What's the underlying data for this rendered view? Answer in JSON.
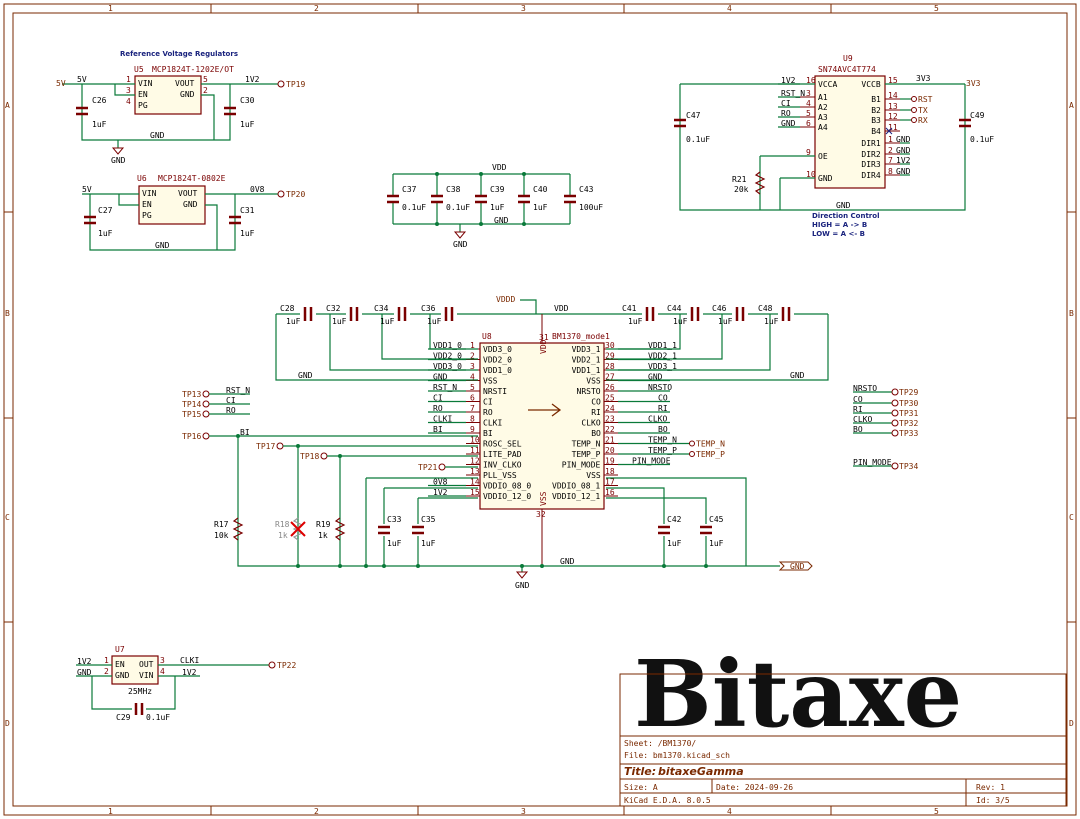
{
  "frame": {
    "cols": [
      "1",
      "2",
      "3",
      "4",
      "5"
    ],
    "rows": [
      "A",
      "B",
      "C",
      "D"
    ]
  },
  "regulators": {
    "header": "Reference Voltage Regulators",
    "u5": {
      "ref": "U5",
      "part": "MCP1824T-1202E/OT",
      "in": "5V",
      "out": "1V2",
      "tp": "TP19",
      "in_port": "5V"
    },
    "u6": {
      "ref": "U6",
      "part": "MCP1824T-0802E",
      "in": "5V",
      "out": "0V8",
      "tp": "TP20"
    },
    "pins": {
      "vin": "VIN",
      "en": "EN",
      "pg": "PG",
      "vout": "VOUT",
      "gnd": "GND",
      "p1": "1",
      "p2": "2",
      "p3": "3",
      "p4": "4",
      "p5": "5"
    },
    "caps": {
      "c26": "C26",
      "c30": "C30",
      "c27": "C27",
      "c31": "C31",
      "val": "1uF"
    },
    "gnd": "GND"
  },
  "decoupling": {
    "net": "VDD",
    "caps": [
      {
        "ref": "C37",
        "val": "0.1uF"
      },
      {
        "ref": "C38",
        "val": "0.1uF"
      },
      {
        "ref": "C39",
        "val": "1uF"
      },
      {
        "ref": "C40",
        "val": "1uF"
      },
      {
        "ref": "C43",
        "val": "100uF"
      }
    ],
    "gnd": "GND"
  },
  "u9": {
    "ref": "U9",
    "part": "SN74AVC4T774",
    "left_pins": [
      {
        "num": "16",
        "name": "VCCA",
        "net": "1V2"
      },
      {
        "num": "3",
        "name": "A1",
        "net": "RST_N"
      },
      {
        "num": "4",
        "name": "A2",
        "net": "CI"
      },
      {
        "num": "5",
        "name": "A3",
        "net": "RO"
      },
      {
        "num": "6",
        "name": "A4",
        "net": "GND"
      },
      {
        "num": "9",
        "name": "OE",
        "net": ""
      },
      {
        "num": "10",
        "name": "GND",
        "net": ""
      }
    ],
    "right_pins": [
      {
        "num": "15",
        "name": "VCCB",
        "net": "3V3"
      },
      {
        "num": "14",
        "name": "B1",
        "net": "RST"
      },
      {
        "num": "13",
        "name": "B2",
        "net": "TX"
      },
      {
        "num": "12",
        "name": "B3",
        "net": "RX"
      },
      {
        "num": "11",
        "name": "B4",
        "net": ""
      },
      {
        "num": "1",
        "name": "DIR1",
        "net": "GND"
      },
      {
        "num": "2",
        "name": "DIR2",
        "net": "GND"
      },
      {
        "num": "7",
        "name": "DIR3",
        "net": "1V2"
      },
      {
        "num": "8",
        "name": "DIR4",
        "net": "GND"
      }
    ],
    "c47": {
      "ref": "C47",
      "val": "0.1uF"
    },
    "c49": {
      "ref": "C49",
      "val": "0.1uF"
    },
    "r21": {
      "ref": "R21",
      "val": "20k"
    },
    "port_3v3": "3V3",
    "gnd": "GND",
    "note1": "Direction Control",
    "note2": "HIGH = A -> B",
    "note3": "LOW = A <- B"
  },
  "u8": {
    "ref": "U8",
    "part": "BM1370_mode1",
    "vddd": "VDDD",
    "vdd": "VDD",
    "top_caps": [
      {
        "ref": "C28",
        "val": "1uF"
      },
      {
        "ref": "C32",
        "val": "1uF"
      },
      {
        "ref": "C34",
        "val": "1uF"
      },
      {
        "ref": "C36",
        "val": "1uF"
      },
      {
        "ref": "C41",
        "val": "1uF"
      },
      {
        "ref": "C44",
        "val": "1uF"
      },
      {
        "ref": "C46",
        "val": "1uF"
      },
      {
        "ref": "C48",
        "val": "1uF"
      }
    ],
    "left_pins": [
      {
        "num": "1",
        "name": "VDD3_0",
        "net": "VDD1_0"
      },
      {
        "num": "2",
        "name": "VDD2_0",
        "net": "VDD2_0"
      },
      {
        "num": "3",
        "name": "VDD1_0",
        "net": "VDD3_0"
      },
      {
        "num": "4",
        "name": "VSS",
        "net": "GND"
      },
      {
        "num": "5",
        "name": "NRSTI",
        "net": "RST_N"
      },
      {
        "num": "6",
        "name": "CI",
        "net": "CI"
      },
      {
        "num": "7",
        "name": "RO",
        "net": "RO"
      },
      {
        "num": "8",
        "name": "CLKI",
        "net": "CLKI"
      },
      {
        "num": "9",
        "name": "BI",
        "net": "BI"
      },
      {
        "num": "10",
        "name": "ROSC_SEL",
        "net": ""
      },
      {
        "num": "11",
        "name": "LITE_PAD",
        "net": ""
      },
      {
        "num": "12",
        "name": "INV_CLKO",
        "net": ""
      },
      {
        "num": "13",
        "name": "PLL_VSS",
        "net": ""
      },
      {
        "num": "14",
        "name": "VDDIO_08_0",
        "net": "0V8"
      },
      {
        "num": "15",
        "name": "VDDIO_12_0",
        "net": "1V2"
      }
    ],
    "right_pins": [
      {
        "num": "30",
        "name": "VDD3_1",
        "net": "VDD1_1"
      },
      {
        "num": "29",
        "name": "VDD2_1",
        "net": "VDD2_1"
      },
      {
        "num": "28",
        "name": "VDD1_1",
        "net": "VDD3_1"
      },
      {
        "num": "27",
        "name": "VSS",
        "net": "GND"
      },
      {
        "num": "26",
        "name": "NRSTO",
        "net": "NRSTO"
      },
      {
        "num": "25",
        "name": "CO",
        "net": "CO"
      },
      {
        "num": "24",
        "name": "RI",
        "net": "RI"
      },
      {
        "num": "23",
        "name": "CLKO",
        "net": "CLKO"
      },
      {
        "num": "22",
        "name": "BO",
        "net": "BO"
      },
      {
        "num": "21",
        "name": "TEMP_N",
        "net": "TEMP_N"
      },
      {
        "num": "20",
        "name": "TEMP_P",
        "net": "TEMP_P"
      },
      {
        "num": "19",
        "name": "PIN_MODE",
        "net": "PIN_MODE"
      },
      {
        "num": "18",
        "name": "VSS",
        "net": ""
      },
      {
        "num": "17",
        "name": "VDDIO_08_1",
        "net": ""
      },
      {
        "num": "16",
        "name": "VDDIO_12_1",
        "net": ""
      }
    ],
    "pin_top": "31",
    "pin_vdd": "VDD",
    "pin_bot": "32",
    "pin_vss": "VSS",
    "tps_left": [
      "TP13",
      "TP14",
      "TP15",
      "TP16",
      "TP17",
      "TP18",
      "TP21"
    ],
    "tp_nets_left": [
      "RST_N",
      "CI",
      "RO",
      "BI"
    ],
    "bottom_caps": [
      {
        "ref": "C33",
        "val": "1uF"
      },
      {
        "ref": "C35",
        "val": "1uF"
      },
      {
        "ref": "C42",
        "val": "1uF"
      },
      {
        "ref": "C45",
        "val": "1uF"
      }
    ],
    "resistors": [
      {
        "ref": "R17",
        "val": "10k"
      },
      {
        "ref": "R18",
        "val": "1k"
      },
      {
        "ref": "R19",
        "val": "1k"
      }
    ],
    "gnd": "GND",
    "gnd_port": "GND"
  },
  "right_tps": [
    {
      "net": "NRSTO",
      "tp": "TP29"
    },
    {
      "net": "CO",
      "tp": "TP30"
    },
    {
      "net": "RI",
      "tp": "TP31"
    },
    {
      "net": "CLKO",
      "tp": "TP32"
    },
    {
      "net": "BO",
      "tp": "TP33"
    },
    {
      "net": "PIN_MODE",
      "tp": "TP34"
    }
  ],
  "u7": {
    "ref": "U7",
    "en": "EN",
    "gnd": "GND",
    "out": "OUT",
    "vin": "VIN",
    "net_en": "1V2",
    "net_gnd": "GND",
    "net_out": "CLKI",
    "net_vin": "1V2",
    "freq": "25MHz",
    "tp": "TP22",
    "c29": {
      "ref": "C29",
      "val": "0.1uF"
    },
    "p1": "1",
    "p2": "2",
    "p3": "3",
    "p4": "4"
  },
  "title_block": {
    "logo": "Bitaxe",
    "sheet": "Sheet: /BM1370/",
    "file": "File: bm1370.kicad_sch",
    "title_label": "Title:",
    "title": "bitaxeGamma",
    "size": "Size: A",
    "date": "Date: 2024-09-26",
    "tool": "KiCad E.D.A. 8.0.5",
    "rev": "Rev: 1",
    "id": "Id: 3/5"
  }
}
